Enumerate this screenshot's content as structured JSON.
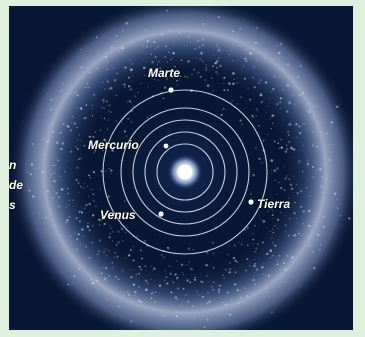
{
  "planets": [
    {
      "id": "mars",
      "label": "Marte"
    },
    {
      "id": "mercury",
      "label": "Mercurio"
    },
    {
      "id": "venus",
      "label": "Venus"
    },
    {
      "id": "earth",
      "label": "Tierra"
    }
  ],
  "cutoff_text": {
    "line1": "n",
    "line2": "de",
    "line3": "s"
  },
  "colors": {
    "frame": "#dff0df",
    "space": "#081733",
    "dust": "#c9d6f0",
    "orbit": "#e8eef8",
    "sun": "#ffffff"
  }
}
